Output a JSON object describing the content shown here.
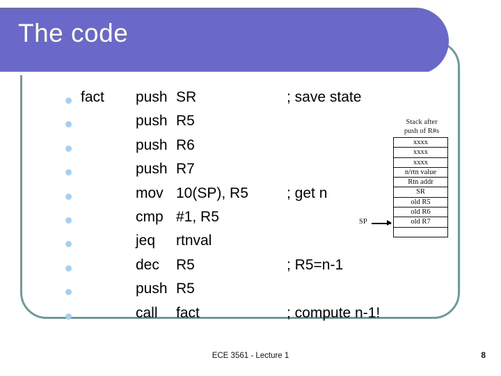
{
  "slide": {
    "title": "The code",
    "accent_purple": "#6a68c8",
    "frame_teal": "#6b9b9b",
    "bullet_blue": "#a9cfee"
  },
  "code_lines": [
    {
      "label": "fact",
      "op": "push",
      "arg": "SR",
      "comment": "; save state"
    },
    {
      "label": "",
      "op": "push",
      "arg": "R5",
      "comment": ""
    },
    {
      "label": "",
      "op": "push",
      "arg": "R6",
      "comment": ""
    },
    {
      "label": "",
      "op": "push",
      "arg": "R7",
      "comment": ""
    },
    {
      "label": "",
      "op": "mov",
      "arg": "10(SP), R5",
      "comment": "; get n"
    },
    {
      "label": "",
      "op": "cmp",
      "arg": "#1, R5",
      "comment": ""
    },
    {
      "label": "",
      "op": "jeq",
      "arg": "rtnval",
      "comment": ""
    },
    {
      "label": "",
      "op": "dec",
      "arg": "R5",
      "comment": "; R5=n-1"
    },
    {
      "label": "",
      "op": "push",
      "arg": "R5",
      "comment": ""
    },
    {
      "label": "",
      "op": "call",
      "arg": "fact",
      "comment": "; compute n-1!"
    }
  ],
  "stack_figure": {
    "caption_line1": "Stack after",
    "caption_line2": "push of R#s",
    "cells": [
      "xxxx",
      "xxxx",
      "xxxx",
      "n/rtn value",
      "Rtn addr",
      "SR",
      "old R5",
      "old R6",
      "old R7",
      ""
    ],
    "sp_label": "SP",
    "sp_points_to": "old R7"
  },
  "footer": {
    "center_text": "ECE 3561 - Lecture 1",
    "page_number": "8"
  }
}
